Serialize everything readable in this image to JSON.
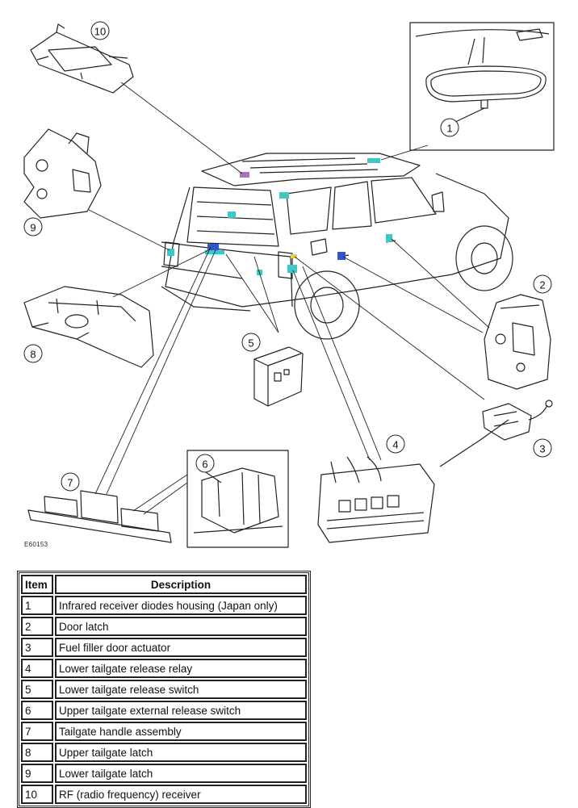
{
  "diagram": {
    "figure_id": "E60153",
    "callouts": [
      "1",
      "2",
      "3",
      "4",
      "5",
      "6",
      "7",
      "8",
      "9",
      "10"
    ]
  },
  "legend": {
    "headers": {
      "item": "Item",
      "description": "Description"
    },
    "rows": [
      {
        "item": "1",
        "description": "Infrared receiver diodes housing (Japan only)"
      },
      {
        "item": "2",
        "description": "Door latch"
      },
      {
        "item": "3",
        "description": "Fuel filler door actuator"
      },
      {
        "item": "4",
        "description": "Lower tailgate release relay"
      },
      {
        "item": "5",
        "description": "Lower tailgate release switch"
      },
      {
        "item": "6",
        "description": "Upper tailgate external release switch"
      },
      {
        "item": "7",
        "description": "Tailgate handle assembly"
      },
      {
        "item": "8",
        "description": "Upper tailgate latch"
      },
      {
        "item": "9",
        "description": "Lower tailgate latch"
      },
      {
        "item": "10",
        "description": "RF (radio frequency) receiver"
      }
    ]
  },
  "colors": {
    "ink": "#111111",
    "highlight_cyan": "#3fc6c6",
    "highlight_blue": "#3355cc",
    "highlight_purple": "#b070c0",
    "highlight_yellow": "#e8d040"
  }
}
